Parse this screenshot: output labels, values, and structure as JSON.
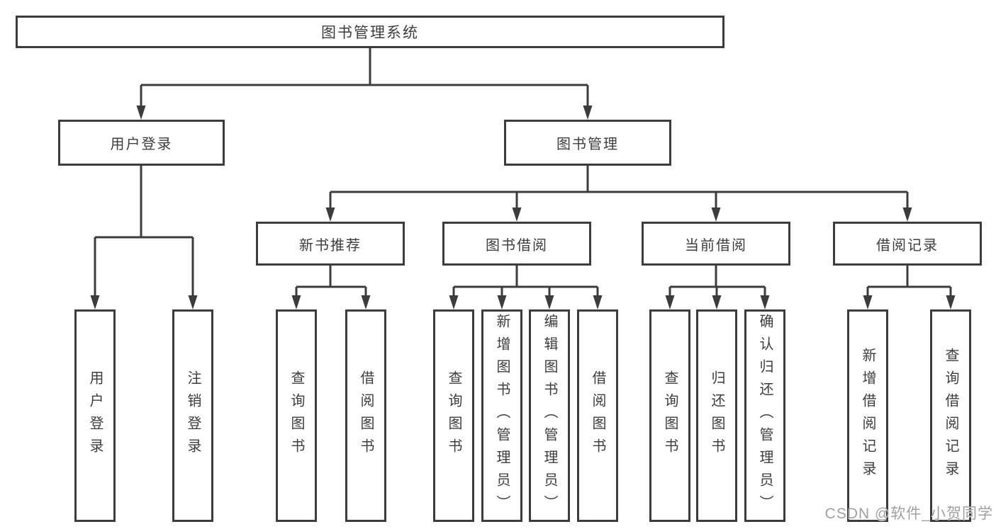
{
  "tree": {
    "label": "图书管理系统",
    "children": [
      {
        "label": "用户登录",
        "children": [
          {
            "label": "用户登录"
          },
          {
            "label": "注销登录"
          }
        ]
      },
      {
        "label": "图书管理",
        "children": [
          {
            "label": "新书推荐",
            "children": [
              {
                "label": "查询图书"
              },
              {
                "label": "借阅图书"
              }
            ]
          },
          {
            "label": "图书借阅",
            "children": [
              {
                "label": "查询图书"
              },
              {
                "label": "新增图书（管理员）"
              },
              {
                "label": "编辑图书（管理员）"
              },
              {
                "label": "借阅图书"
              }
            ]
          },
          {
            "label": "当前借阅",
            "children": [
              {
                "label": "查询图书"
              },
              {
                "label": "归还图书"
              },
              {
                "label": "确认归还（管理员）"
              }
            ]
          },
          {
            "label": "借阅记录",
            "children": [
              {
                "label": "新增借阅记录"
              },
              {
                "label": "查询借阅记录"
              }
            ]
          }
        ]
      }
    ]
  },
  "watermark": {
    "text": "CSDN @软件_小贺同学"
  },
  "colors": {
    "line": "#3c3c3c",
    "text": "#3d3d3d",
    "box_background": "#ffffff",
    "watermark": "#a0a0a0",
    "background": "#ffffff"
  }
}
